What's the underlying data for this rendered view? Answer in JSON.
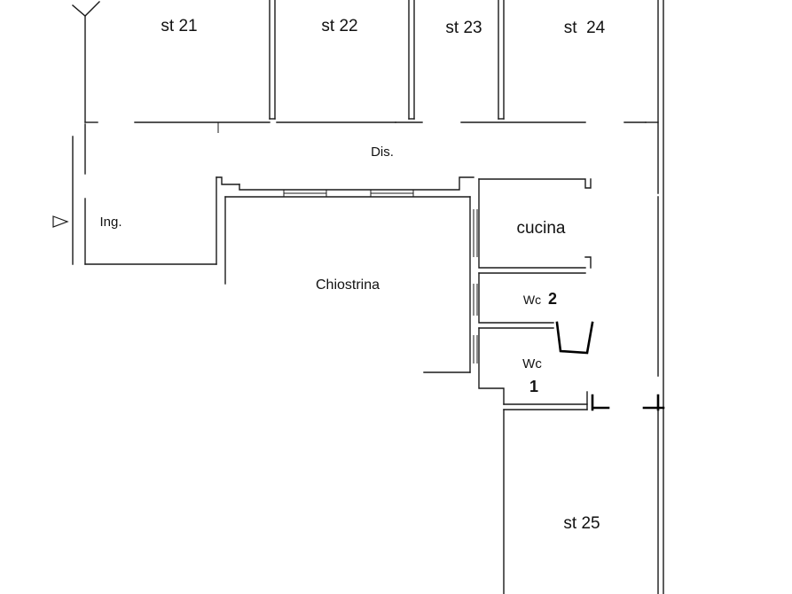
{
  "rooms": {
    "st21": "st 21",
    "st22": "st 22",
    "st23": "st 23",
    "st24": "st  24",
    "dis": "Dis.",
    "ing": "Ing.",
    "cucina": "cucina",
    "chiostrina": "Chiostrina",
    "wc2_text": "Wc",
    "wc2_num": "2",
    "wc1_text": "Wc",
    "wc1_num": "1",
    "st25": "st 25"
  },
  "icons": {
    "entrance": "entrance-arrow-icon"
  }
}
